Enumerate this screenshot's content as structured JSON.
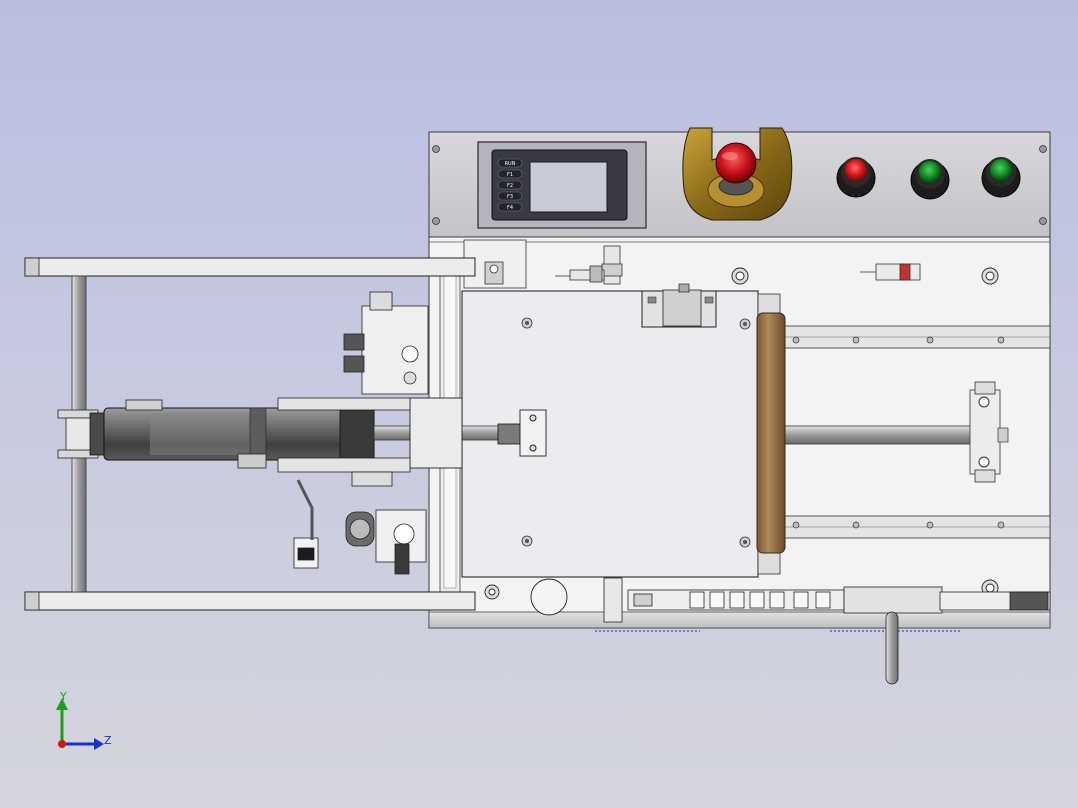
{
  "viewer": {
    "background_top": "#babde0",
    "background_bottom": "#d4d5dc"
  },
  "hmi": {
    "key_labels": [
      "RUN",
      "F1",
      "F2",
      "F3",
      "F4"
    ],
    "screen_color": "#c9ccd8"
  },
  "buttons": {
    "emergency_stop_color": "#d1121d",
    "stop_button_color": "#e01818",
    "start_button_1_color": "#0c7a1c",
    "start_button_2_color": "#0f8a22"
  },
  "triad": {
    "y_label": "Y",
    "z_label": "Z",
    "y_color": "#18a01a",
    "z_color": "#1a2fd0",
    "origin_color": "#d01818"
  }
}
